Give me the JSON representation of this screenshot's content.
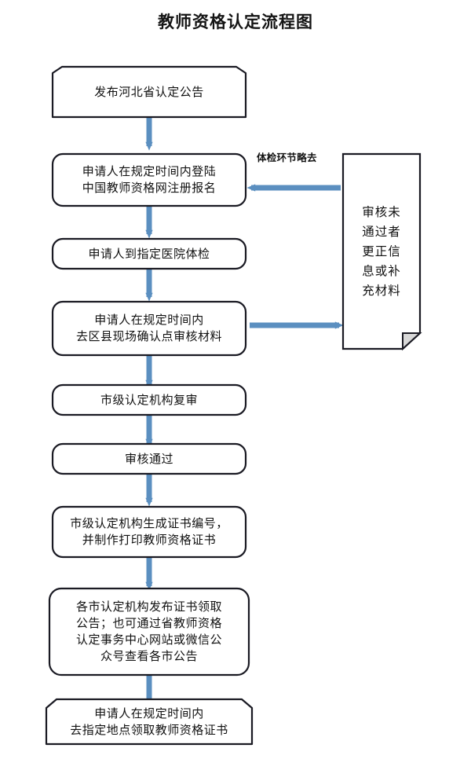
{
  "title": "教师资格认定流程图",
  "colors": {
    "arrow": "#5B8FC0",
    "arrow_dark": "#4A7FB0",
    "node_border": "#1A1A23",
    "node_fill": "#FFFFFF",
    "text": "#111111",
    "background": "#FFFFFF"
  },
  "nodes": [
    {
      "id": "publish-announcement",
      "shape": "chamfered-top",
      "lines": [
        "发布河北省认定公告"
      ]
    },
    {
      "id": "register-online",
      "shape": "rounded-rect",
      "lines": [
        "申请人在规定时间内登陆",
        "中国教师资格网注册报名"
      ]
    },
    {
      "id": "medical-exam",
      "shape": "rounded-rect",
      "lines": [
        "申请人到指定医院体检"
      ]
    },
    {
      "id": "onsite-verify",
      "shape": "rounded-rect",
      "lines": [
        "申请人在规定时间内",
        "去区县现场确认点审核材料"
      ]
    },
    {
      "id": "city-review",
      "shape": "rounded-rect",
      "lines": [
        "市级认定机构复审"
      ]
    },
    {
      "id": "review-passed",
      "shape": "rounded-rect",
      "lines": [
        "审核通过"
      ]
    },
    {
      "id": "generate-certificate",
      "shape": "rounded-rect",
      "lines": [
        "市级认定机构生成证书编号，",
        "并制作打印教师资格证书"
      ]
    },
    {
      "id": "collect-announcement",
      "shape": "rounded-rect",
      "lines": [
        "各市认定机构发布证书领取",
        "公告；也可通过省教师资格",
        "认定事务中心网站或微信公",
        "众号查看各市公告"
      ]
    },
    {
      "id": "pickup-certificate",
      "shape": "chamfered-top",
      "lines": [
        "申请人在规定时间内",
        "去指定地点领取教师资格证书"
      ]
    },
    {
      "id": "rejected-fix",
      "shape": "document-folded-corner",
      "lines": [
        "审核未",
        "通过者",
        "更正信",
        "息或补",
        "充材料"
      ]
    }
  ],
  "edge_labels": [
    {
      "id": "skip-medical-exam",
      "text": "体检环节略去"
    }
  ],
  "edges": [
    {
      "id": "e1",
      "from": "publish-announcement",
      "to": "register-online",
      "direction": "down"
    },
    {
      "id": "e2",
      "from": "register-online",
      "to": "medical-exam",
      "direction": "down"
    },
    {
      "id": "e3",
      "from": "medical-exam",
      "to": "onsite-verify",
      "direction": "down"
    },
    {
      "id": "e4",
      "from": "onsite-verify",
      "to": "city-review",
      "direction": "down"
    },
    {
      "id": "e5",
      "from": "city-review",
      "to": "review-passed",
      "direction": "down"
    },
    {
      "id": "e6",
      "from": "review-passed",
      "to": "generate-certificate",
      "direction": "down"
    },
    {
      "id": "e7",
      "from": "generate-certificate",
      "to": "collect-announcement",
      "direction": "down"
    },
    {
      "id": "e8",
      "from": "collect-announcement",
      "to": "pickup-certificate",
      "direction": "down"
    },
    {
      "id": "e9",
      "from": "onsite-verify",
      "to": "rejected-fix",
      "direction": "right"
    },
    {
      "id": "e10",
      "from": "rejected-fix",
      "to": "register-online",
      "direction": "left"
    }
  ]
}
